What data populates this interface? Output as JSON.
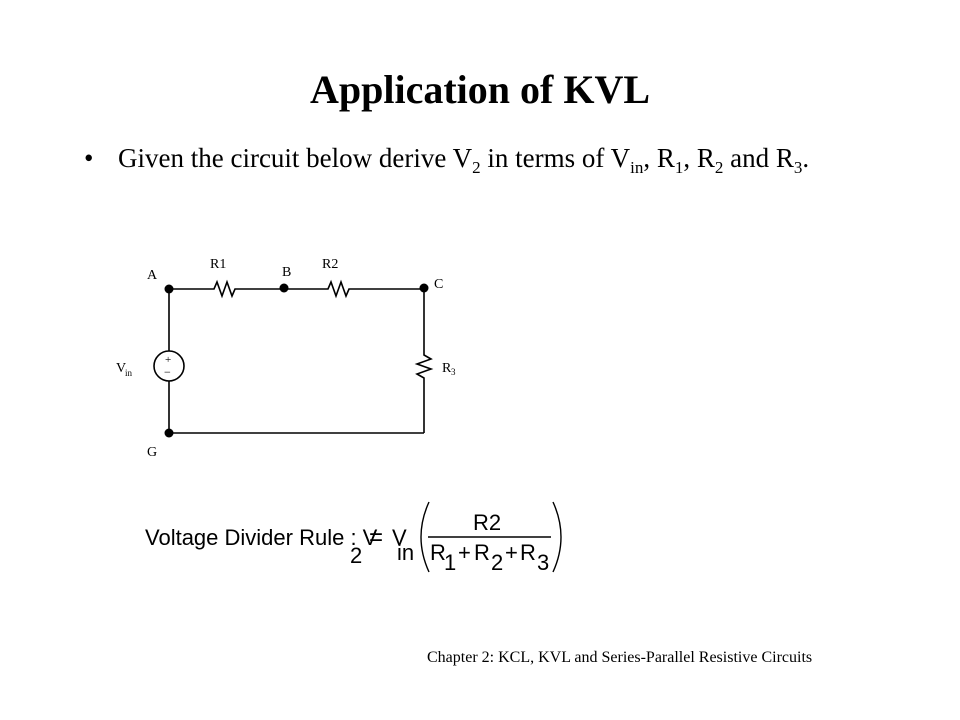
{
  "slide": {
    "title": "Application of KVL",
    "bullet": {
      "marker": "•",
      "text_1": "Given the circuit below derive V",
      "sub_2": "2",
      "text_2": " in terms of V",
      "sub_in": "in",
      "text_3": ", R",
      "sub_r1": "1",
      "text_4": ", R",
      "sub_r2": "2",
      "text_5": " and R",
      "sub_r3": "3",
      "text_6": "."
    },
    "circuit": {
      "node_a": "A",
      "node_b": "B",
      "node_c": "C",
      "node_g": "G",
      "r1_label": "R1",
      "r2_label": "R2",
      "r3_label": "R",
      "r3_sub": "3",
      "vin_label": "V",
      "vin_sub": "in",
      "plus": "+",
      "minus": "−"
    },
    "formula": {
      "prefix": "Voltage Divider Rule : V",
      "v2_sub": "2",
      "equals": "=",
      "vin": "V",
      "vin_sub": "in",
      "numerator": "R2",
      "den_r1": "R",
      "den_r1_sub": "1",
      "plus1": "+",
      "den_r2": "R",
      "den_r2_sub": "2",
      "plus2": "+",
      "den_r3": "R",
      "den_r3_sub": "3"
    },
    "footer": "Chapter 2: KCL, KVL and Series-Parallel Resistive Circuits"
  }
}
